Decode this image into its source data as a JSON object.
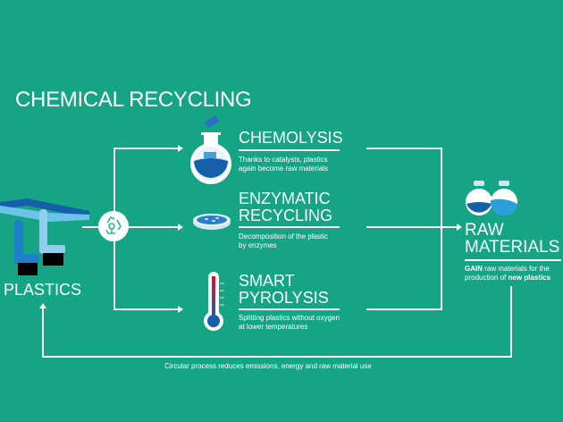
{
  "title": "CHEMICAL RECYCLING",
  "source": {
    "label": "PLASTICS"
  },
  "processes": [
    {
      "title_lines": [
        "CHEMOLYSIS"
      ],
      "desc_lines": [
        "Thanks to catalysts, plastics",
        "again become raw materials"
      ],
      "icon": "flask-icon"
    },
    {
      "title_lines": [
        "ENZYMATIC",
        "RECYCLING"
      ],
      "desc_lines": [
        "Decomposition of the plastic",
        "by enzymes"
      ],
      "icon": "petri-dish-icon"
    },
    {
      "title_lines": [
        "SMART",
        "PYROLYSIS"
      ],
      "desc_lines": [
        "Splitting plastics without oxygen",
        "at lower temperatures"
      ],
      "icon": "thermometer-icon"
    }
  ],
  "result": {
    "title_lines": [
      "RAW",
      "MATERIALS"
    ],
    "desc_bold1": "GAIN",
    "desc_text1": " raw materials for the",
    "desc_text2": "production of ",
    "desc_bold2": "new plastics"
  },
  "caption": "Circular process reduces emissions, energy and raw material use",
  "colors": {
    "background": "#15a484",
    "dark_blue": "#1560a8",
    "light_blue": "#8ed0ec",
    "mid_blue": "#2a9fd8"
  }
}
